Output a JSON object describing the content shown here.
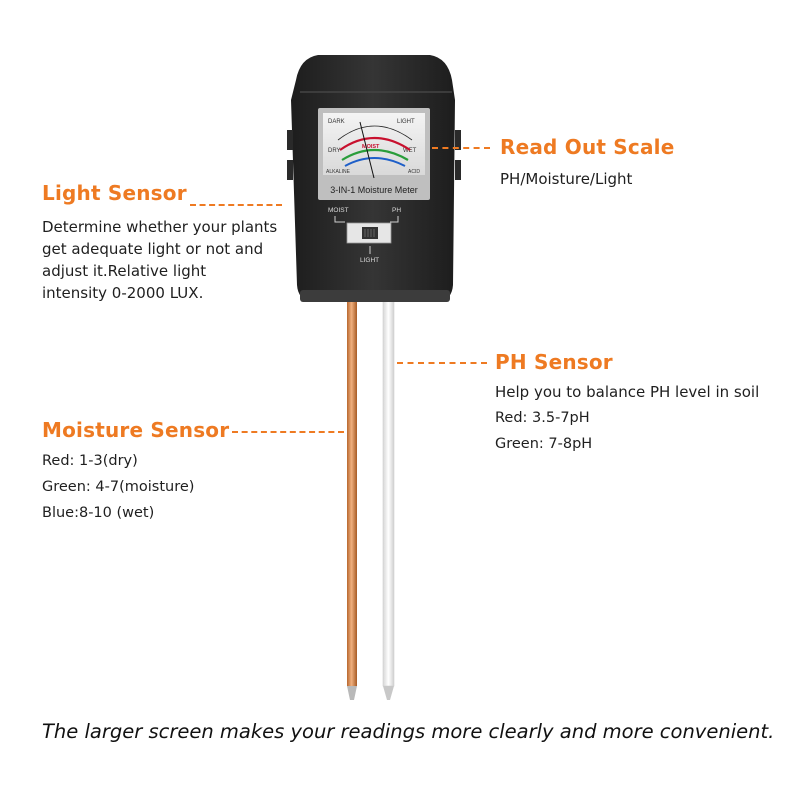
{
  "light_sensor": {
    "title": "Light Sensor",
    "lines": [
      "Determine whether your plants",
      "get adequate light or not and",
      "adjust it.Relative light",
      "intensity 0-2000 LUX."
    ]
  },
  "read_out_scale": {
    "title": "Read Out Scale",
    "subtitle": "PH/Moisture/Light"
  },
  "ph_sensor": {
    "title": "PH Sensor",
    "lines": [
      "Help you to balance PH level in soil",
      "Red: 3.5-7pH",
      "Green: 7-8pH"
    ]
  },
  "moisture_sensor": {
    "title": "Moisture Sensor",
    "lines": [
      "Red: 1-3(dry)",
      "Green: 4-7(moisture)",
      "Blue:8-10 (wet)"
    ]
  },
  "device": {
    "model_label": "3-IN-1 Moisture Meter",
    "switch_labels": {
      "left": "MOIST",
      "right": "PH",
      "bottom": "LIGHT"
    },
    "dial_labels": {
      "dark": "DARK",
      "light": "LIGHT",
      "dry": "DRY",
      "moist": "MOIST",
      "wet": "WET",
      "alkaline": "ALKALINE",
      "acid": "ACID"
    }
  },
  "caption": "The larger screen makes your readings more clearly and more convenient.",
  "colors": {
    "accent": "#ee7a22",
    "device_body": "#2b2b2b",
    "copper_probe": "#d98a52",
    "white_probe": "#f2f2f2"
  }
}
